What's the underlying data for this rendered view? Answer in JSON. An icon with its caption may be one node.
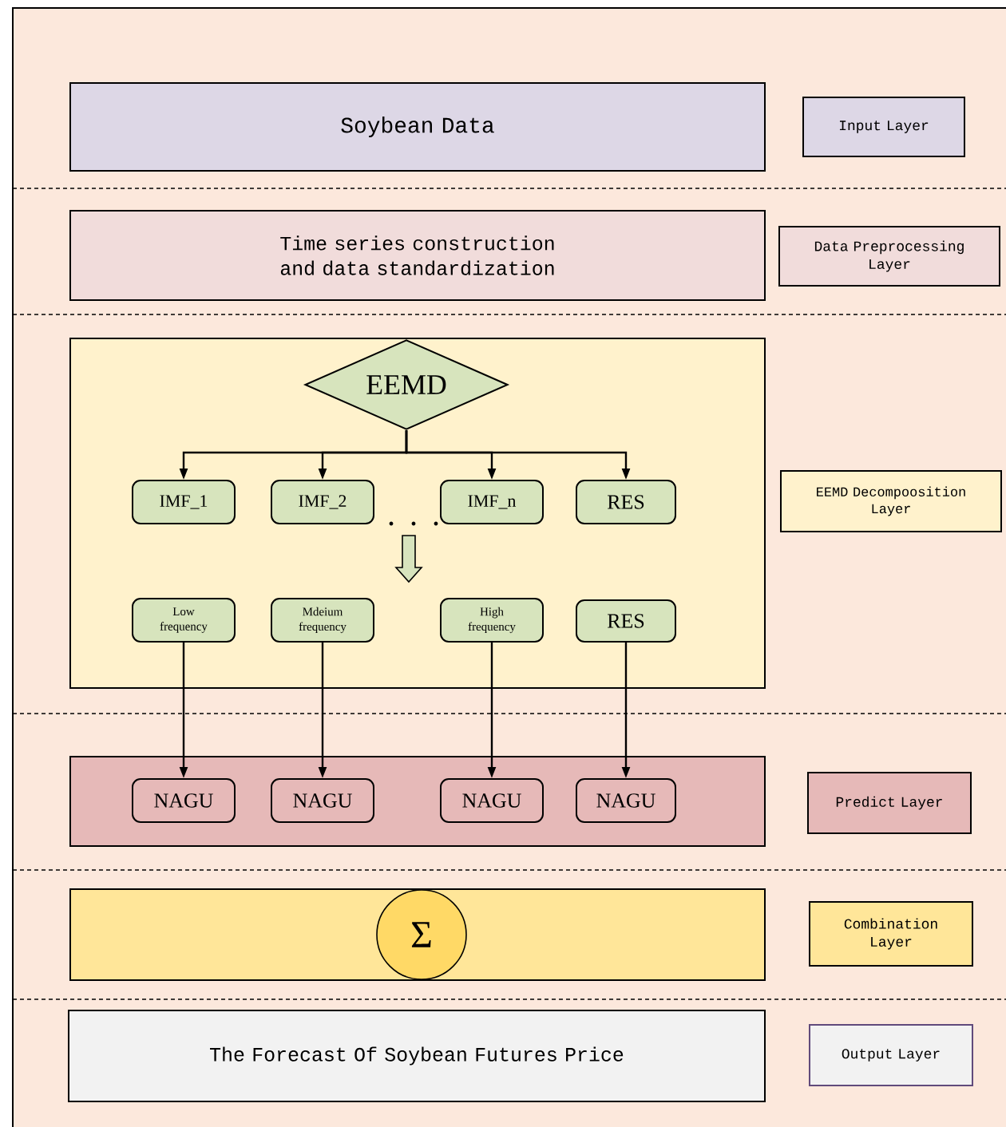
{
  "diagram": {
    "nodes": [
      {
        "text": [
          "Soybean Data"
        ]
      },
      {
        "text": [
          "Input Layer"
        ]
      },
      {
        "text": [
          "Time series construction and data standardization"
        ]
      },
      {
        "text": [
          "Data Preprocessing Layer"
        ]
      },
      {
        "text": [],
        "shape": "box"
      },
      {
        "text": [
          "EEMD"
        ],
        "in": 4
      },
      {
        "text": [
          "IMF_1"
        ],
        "in": 4
      },
      {
        "text": [
          "IMF_2"
        ],
        "in": 4
      },
      {
        "text": [
          "IMF_n"
        ],
        "in": 4
      },
      {
        "text": [
          "RES"
        ],
        "in": 4
      },
      {
        "text": [
          "Low frequency"
        ],
        "in": 4
      },
      {
        "text": [
          "Mdeium frequency"
        ],
        "in": 4
      },
      {
        "text": [
          "High frequency"
        ],
        "in": 4
      },
      {
        "text": [
          "RES"
        ],
        "in": 4
      },
      {
        "text": [
          "EEMD Decompoosition Layer"
        ]
      },
      {
        "text": [],
        "shape": "box"
      },
      {
        "text": [
          "NAGU"
        ],
        "in": 15
      },
      {
        "text": [
          "NAGU"
        ],
        "in": 15
      },
      {
        "text": [
          "NAGU"
        ],
        "in": 15
      },
      {
        "text": [
          "NAGU"
        ],
        "in": 15
      },
      {
        "text": [
          "Predict Layer"
        ]
      },
      {
        "text": [],
        "shape": "box"
      },
      {
        "text": [
          "Σ"
        ],
        "in": 21
      },
      {
        "text": [
          "Combination Layer"
        ]
      },
      {
        "text": [
          "The Forecast Of Soybean Futures Price"
        ]
      },
      {
        "text": [
          "Output Layer"
        ]
      }
    ],
    "edges": [
      {
        "from": 5,
        "to": 6,
        "arrow": "to"
      },
      {
        "from": 5,
        "to": 7,
        "arrow": "to"
      },
      {
        "from": 5,
        "to": 8,
        "arrow": "to"
      },
      {
        "from": 5,
        "to": 9,
        "arrow": "to"
      },
      {
        "from": 8,
        "to": 12,
        "arrow": "to",
        "style": "thick"
      },
      {
        "from": 10,
        "to": 16,
        "arrow": "to"
      },
      {
        "from": 11,
        "to": 17,
        "arrow": "to"
      },
      {
        "from": 12,
        "to": 18,
        "arrow": "to"
      },
      {
        "from": 13,
        "to": 19,
        "arrow": "to"
      }
    ]
  }
}
